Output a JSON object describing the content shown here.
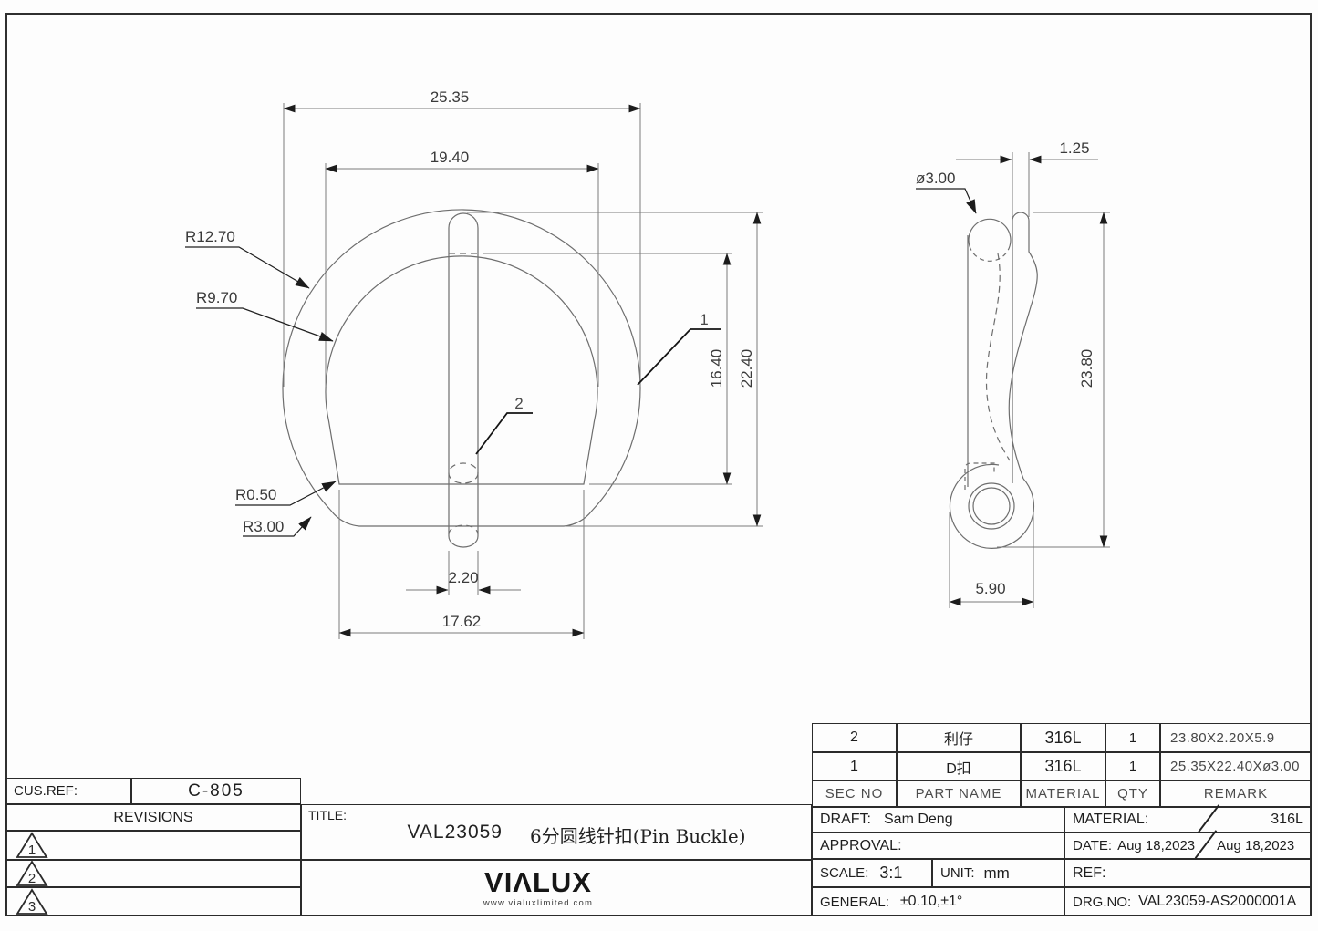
{
  "drawing": {
    "front_view": {
      "balloons": {
        "ring": "1",
        "pin": "2"
      },
      "dims": {
        "outer_width": "25.35",
        "inner_width": "19.40",
        "outer_radius": "R12.70",
        "inner_radius": "R9.70",
        "inner_corner_radius": "R0.50",
        "outer_corner_radius": "R3.00",
        "pin_width": "2.20",
        "inner_bottom_width": "17.62",
        "inner_height": "16.40",
        "outer_height": "22.40"
      }
    },
    "side_view": {
      "dims": {
        "wire_diameter": "ø3.00",
        "pin_thickness": "1.25",
        "overall_height": "23.80",
        "curl_width": "5.90"
      }
    }
  },
  "title_block": {
    "cus_ref_label": "CUS.REF:",
    "cus_ref_value": "C-805",
    "revisions_label": "REVISIONS",
    "revision_markers": [
      "1",
      "2",
      "3"
    ],
    "title_label": "TITLE:",
    "title_code": "VAL23059",
    "title_name": "6分圆线针扣(Pin Buckle)",
    "logo_text": "VIΛLUX",
    "logo_url": "www.vialuxlimited.com",
    "parts_table": {
      "headers": [
        "SEC NO",
        "PART NAME",
        "MATERIAL",
        "QTY",
        "REMARK"
      ],
      "rows": [
        {
          "sec_no": "2",
          "part_name": "利仔",
          "material": "316L",
          "qty": "1",
          "remark": "23.80X2.20X5.9"
        },
        {
          "sec_no": "1",
          "part_name": "D扣",
          "material": "316L",
          "qty": "1",
          "remark": "25.35X22.40Xø3.00"
        }
      ]
    },
    "info": {
      "draft_label": "DRAFT:",
      "draft_value": "Sam Deng",
      "material_label": "MATERIAL:",
      "material_value": "316L",
      "approval_label": "APPROVAL:",
      "date_label": "DATE:",
      "date_value1": "Aug 18,2023",
      "date_value2": "Aug 18,2023",
      "scale_label": "SCALE:",
      "scale_value": "3:1",
      "unit_label": "UNIT:",
      "unit_value": "mm",
      "ref_label": "REF:",
      "general_label": "GENERAL:",
      "general_value": "±0.10,±1°",
      "drg_no_label": "DRG.NO:",
      "drg_no_value": "VAL23059-AS2000001A"
    }
  },
  "colors": {
    "geometry_line": "#6e6e6e",
    "dimension_line": "#7a7a7a",
    "leader_line": "#1f1f1f",
    "table_line": "#2b2b2b",
    "text": "#3a3a3a",
    "background": "#fdfdfd"
  }
}
